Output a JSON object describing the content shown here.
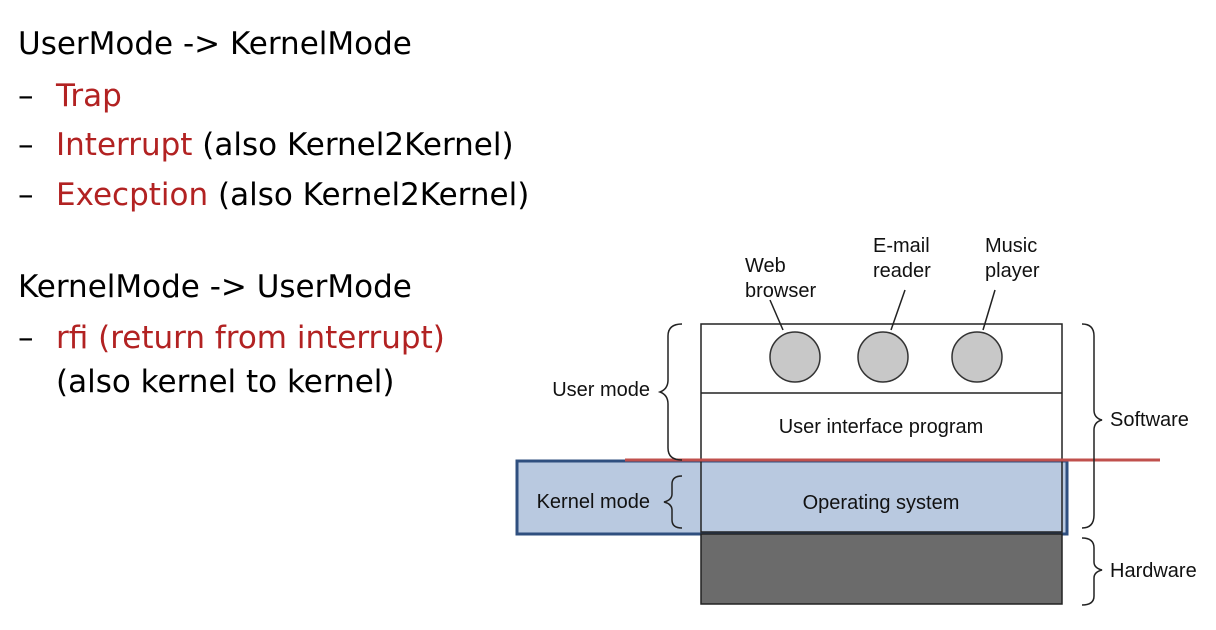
{
  "bullets": {
    "heading1": "UserMode -> KernelMode",
    "item1": "Trap",
    "item2_red": "Interrupt",
    "item2_rest": " (also Kernel2Kernel)",
    "item3_red": "Execption",
    "item3_rest": " (also Kernel2Kernel)",
    "heading2": "KernelMode -> UserMode",
    "item4": "rfi (return from interrupt)",
    "item4_cont": "(also kernel to kernel)",
    "dash": "–"
  },
  "diagram": {
    "apps": [
      {
        "line1": "Web",
        "line2": "browser"
      },
      {
        "line1": "E-mail",
        "line2": "reader"
      },
      {
        "line1": "Music",
        "line2": "player"
      }
    ],
    "user_mode_label": "User mode",
    "kernel_mode_label": "Kernel mode",
    "ui_program_label": "User interface program",
    "os_label": "Operating system",
    "software_label": "Software",
    "hardware_label": "Hardware"
  },
  "colors": {
    "highlight_red": "#b22222",
    "kernel_fill": "#b9c9e0",
    "kernel_border": "#2f4f7f",
    "hardware_fill": "#6b6b6b",
    "app_circle_fill": "#c8c8c8",
    "boundary_line": "#c0504d"
  }
}
